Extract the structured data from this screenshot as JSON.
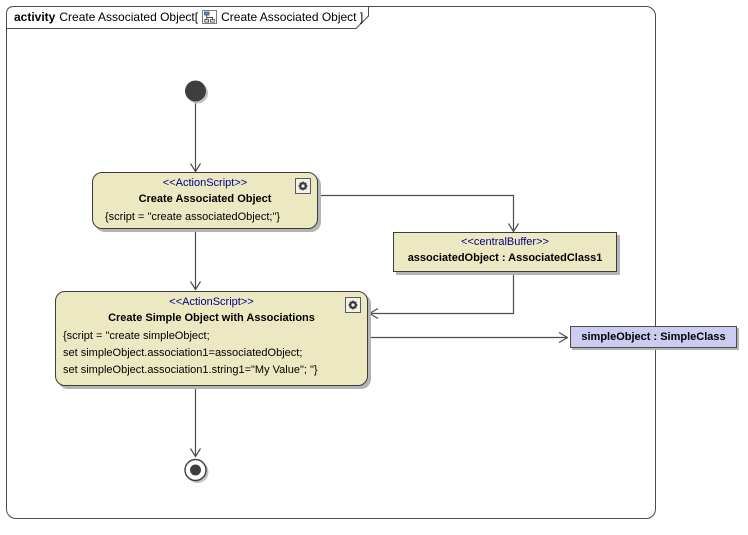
{
  "frame": {
    "keyword": "activity",
    "activity_name": "Create Associated Object[",
    "diagram_ref": "Create Associated Object ]"
  },
  "nodes": {
    "action1": {
      "stereotype": "<<ActionScript>>",
      "name": "Create Associated Object",
      "script_lines": [
        "{script = \"create associatedObject;\"}"
      ]
    },
    "central_buffer": {
      "stereotype": "<<centralBuffer>>",
      "name": "associatedObject : AssociatedClass1"
    },
    "action2": {
      "stereotype": "<<ActionScript>>",
      "name": "Create Simple Object with Associations",
      "script_lines": [
        "{script = \"create simpleObject;",
        "set simpleObject.association1=associatedObject;",
        "set simpleObject.association1.string1=\"My Value\"; \"}"
      ]
    },
    "object_node": {
      "name": "simpleObject : SimpleClass"
    }
  },
  "icons": {
    "gear": "gear-icon",
    "diagram": "activity-diagram-icon"
  },
  "colors": {
    "node_fill": "#ece9c2",
    "object_fill": "#ccccf2",
    "stereotype_text": "#000080",
    "node_border": "#3c3c3c",
    "line": "#4d4d4d",
    "shadow": "#b4b4b4"
  }
}
